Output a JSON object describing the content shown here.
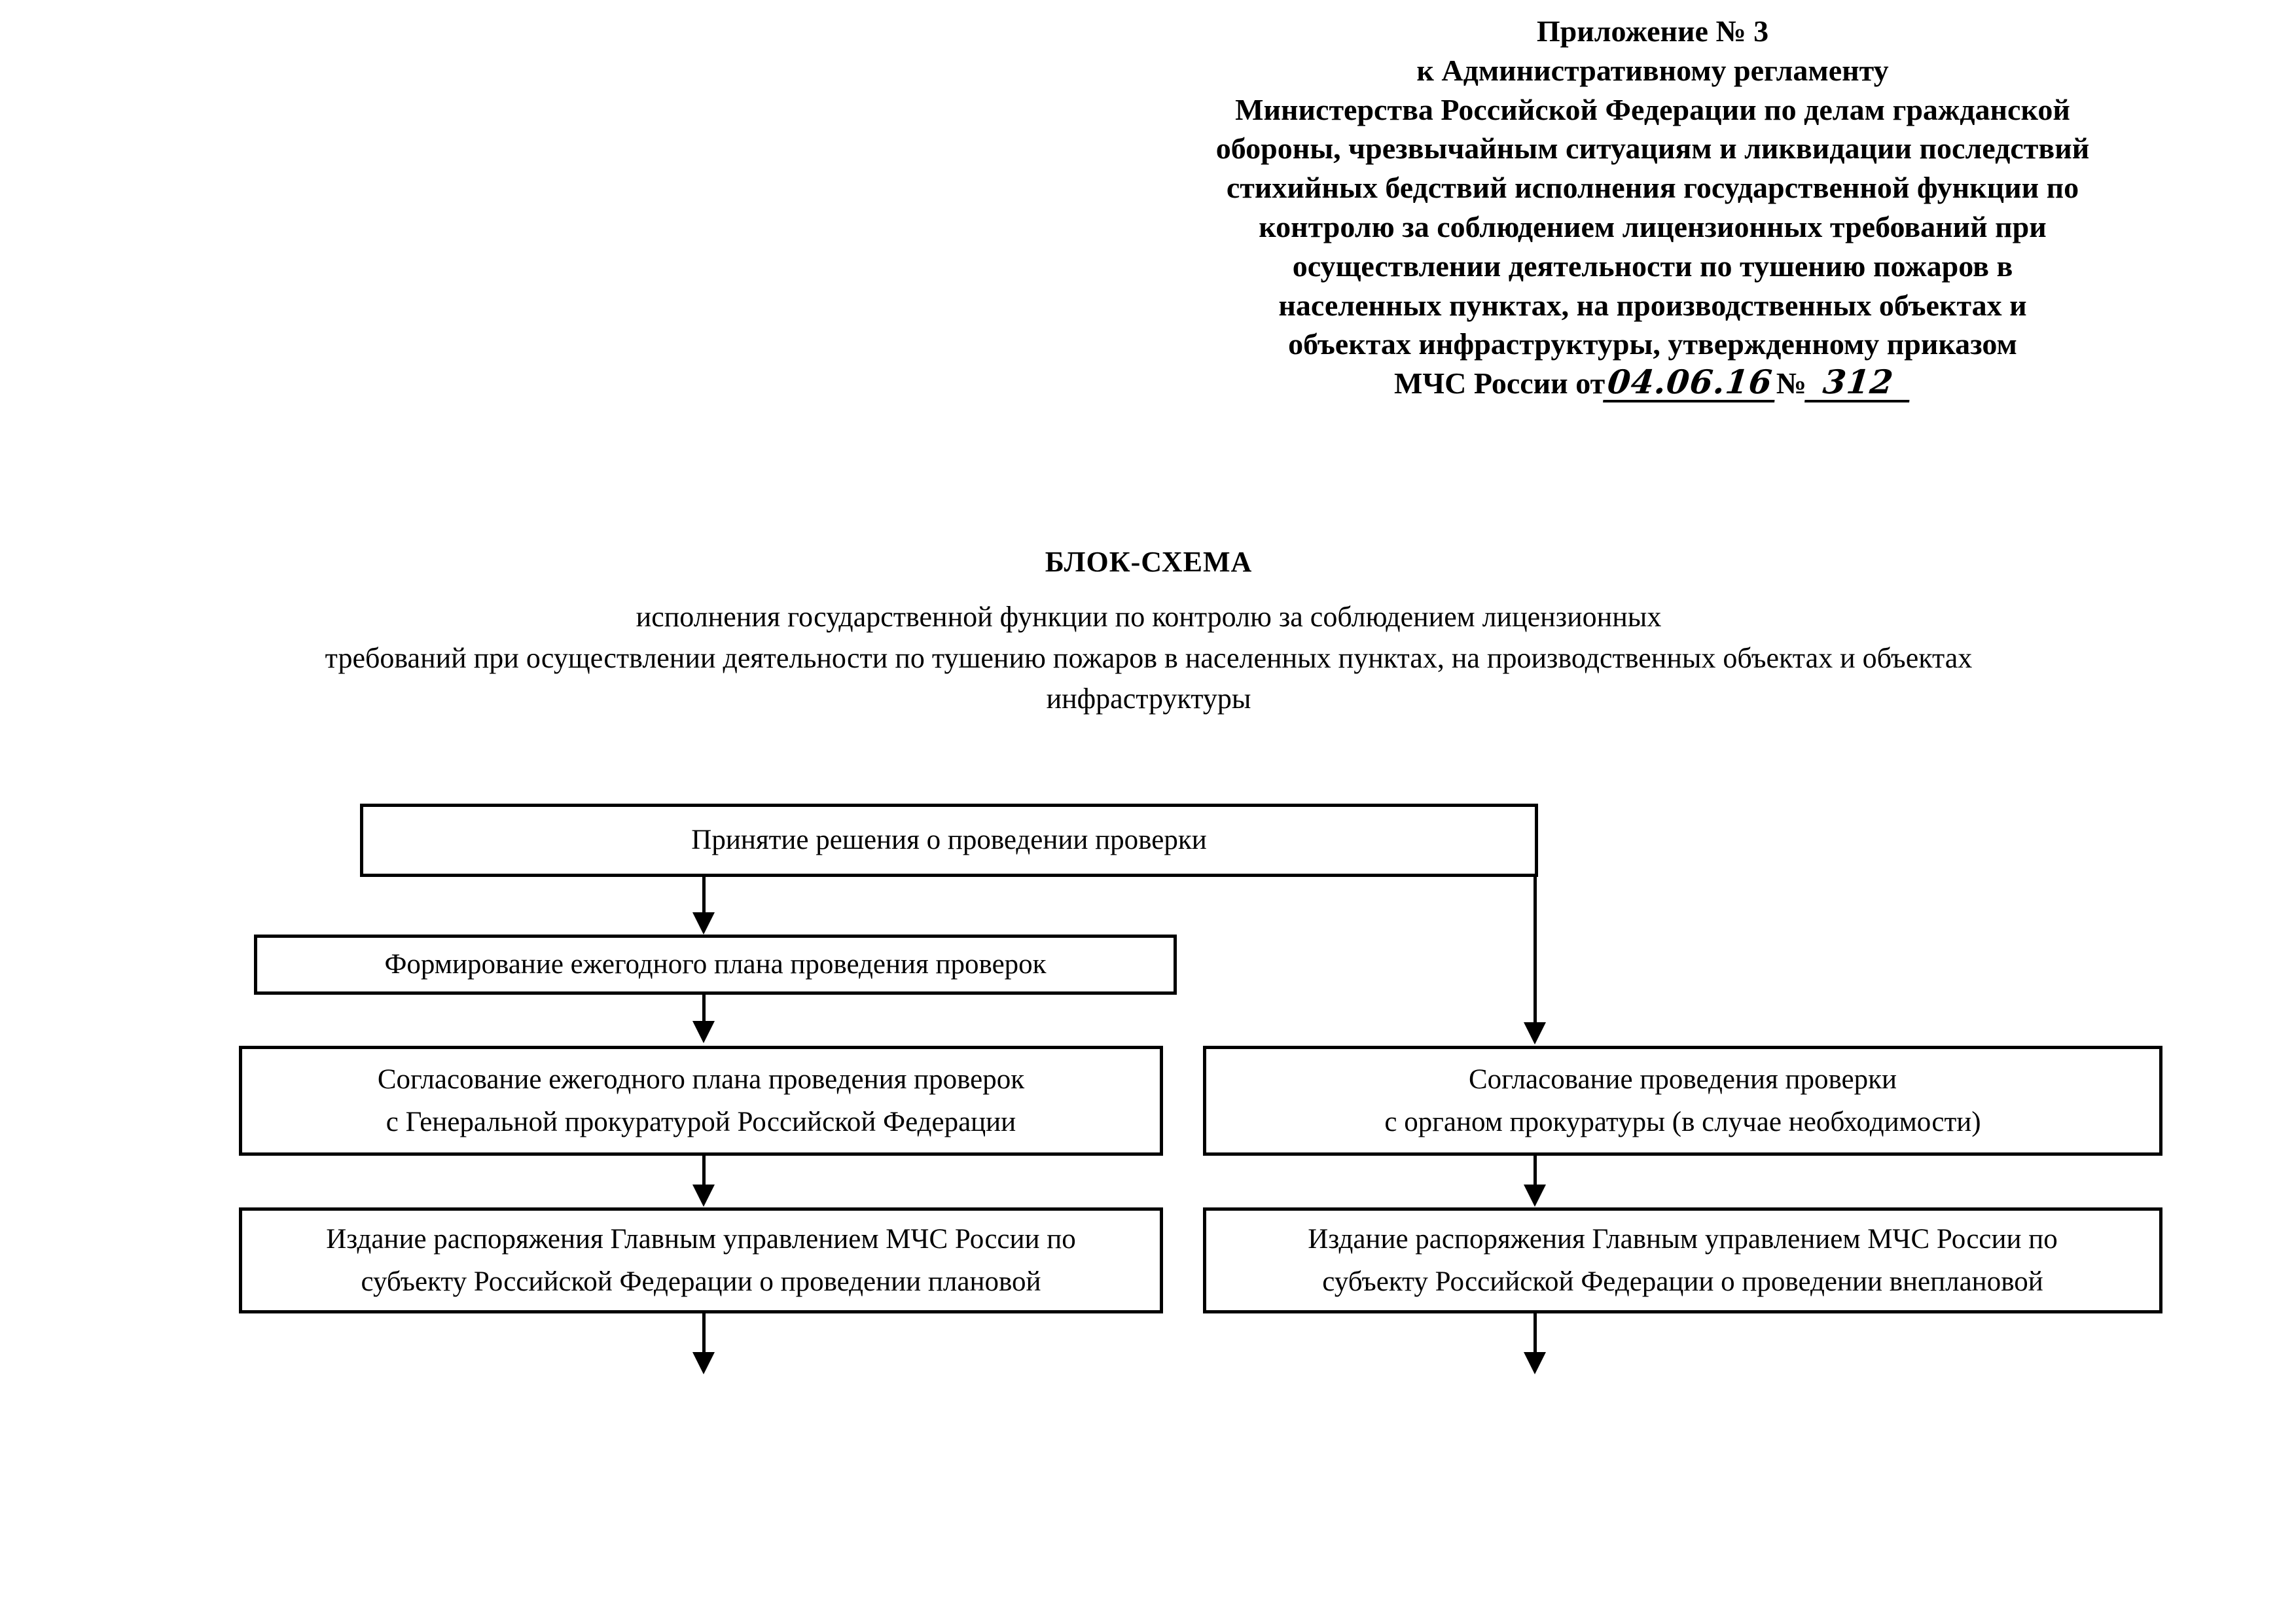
{
  "document": {
    "header": {
      "lines": [
        "Приложение № 3",
        "к Административному регламенту",
        "Министерства Российской Федерации по делам гражданской обороны, чрезвычайным ситуациям и ликвидации последствий стихийных бедствий исполнения государственной функции по контролю за соблюдением лицензионных требований при осуществлении деятельности по тушению пожаров в населенных пунктах, на производственных объектах и объектах инфраструктуры, утвержденному приказом"
      ],
      "line_1": "Приложение № 3",
      "line_2": "к Административному регламенту",
      "line_3": "Министерства Российской Федерации по делам гражданской",
      "line_4": "обороны, чрезвычайным ситуациям и ликвидации последствий",
      "line_5": "стихийных бедствий исполнения государственной функции по",
      "line_6": "контролю за соблюдением лицензионных требований при",
      "line_7": "осуществлении деятельности по тушению пожаров в",
      "line_8": "населенных пунктах, на производственных объектах и",
      "line_9": "объектах инфраструктуры, утвержденному приказом",
      "order_prefix": "МЧС России от",
      "order_date": "04.06.16",
      "order_number_label": "№",
      "order_number": "312"
    },
    "title": {
      "heading": "БЛОК-СХЕМА",
      "subtitle_line_1": "исполнения государственной функции по контролю за соблюдением лицензионных",
      "subtitle_line_2": "требований при осуществлении деятельности по тушению пожаров в населенных пунктах, на производственных объектах и объектах",
      "subtitle_line_3": "инфраструктуры"
    },
    "flowchart": {
      "nodes": [
        {
          "id": "node-1",
          "name": "decision-to-inspect",
          "lines": [
            "Принятие решения о проведении проверки"
          ]
        },
        {
          "id": "node-2",
          "name": "annual-plan-formation",
          "lines": [
            "Формирование ежегодного плана проведения проверок"
          ]
        },
        {
          "id": "node-3",
          "name": "annual-plan-approval-prosecutor-general",
          "lines": [
            "Согласование ежегодного плана проведения проверок",
            "с Генеральной прокуратурой Российской Федерации"
          ]
        },
        {
          "id": "node-4",
          "name": "order-issue-scheduled-inspection",
          "lines": [
            "Издание распоряжения Главным управлением МЧС России по",
            "субъекту Российской Федерации о проведении плановой"
          ]
        },
        {
          "id": "node-5",
          "name": "inspection-approval-prosecutor-body",
          "lines": [
            "Согласование проведения проверки",
            "с органом прокуратуры (в случае необходимости)"
          ]
        },
        {
          "id": "node-6",
          "name": "order-issue-unscheduled-inspection",
          "lines": [
            "Издание распоряжения Главным управлением МЧС России по",
            "субъекту Российской Федерации о проведении внеплановой"
          ]
        }
      ],
      "connectors": [
        {
          "from": "node-1",
          "to": "node-2",
          "direction": "down"
        },
        {
          "from": "node-2",
          "to": "node-3",
          "direction": "down"
        },
        {
          "from": "node-3",
          "to": "node-4",
          "direction": "down"
        },
        {
          "from": "node-4",
          "to": "continues-below",
          "direction": "down"
        },
        {
          "from": "node-1",
          "to": "node-5",
          "direction": "down"
        },
        {
          "from": "node-5",
          "to": "node-6",
          "direction": "down"
        },
        {
          "from": "node-6",
          "to": "continues-below",
          "direction": "down"
        }
      ]
    },
    "colors": {
      "page_background": "#ffffff",
      "ink": "#000000",
      "border": "#000000"
    }
  }
}
